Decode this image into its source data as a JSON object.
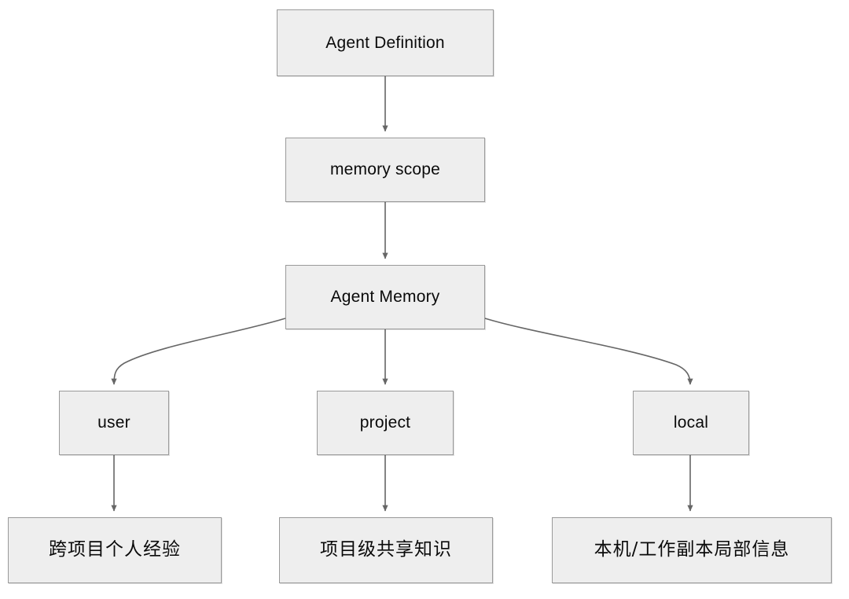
{
  "diagram": {
    "title": "Agent Memory Scope Flowchart",
    "type": "flowchart",
    "direction": "top-to-bottom",
    "colors": {
      "node_fill": "#eeeeee",
      "node_border": "#9a9a9a",
      "edge_stroke": "#666666",
      "text": "#0a0a0a",
      "background": "#ffffff"
    },
    "nodes": [
      {
        "id": "agent-definition",
        "label": "Agent Definition",
        "level": 0
      },
      {
        "id": "memory-scope",
        "label": "memory scope",
        "level": 1
      },
      {
        "id": "agent-memory",
        "label": "Agent Memory",
        "level": 2
      },
      {
        "id": "user",
        "label": "user",
        "level": 3
      },
      {
        "id": "project",
        "label": "project",
        "level": 3
      },
      {
        "id": "local",
        "label": "local",
        "level": 3
      },
      {
        "id": "user-desc",
        "label": "跨项目个人经验",
        "level": 4
      },
      {
        "id": "project-desc",
        "label": "项目级共享知识",
        "level": 4
      },
      {
        "id": "local-desc",
        "label": "本机/工作副本局部信息",
        "level": 4
      }
    ],
    "edges": [
      {
        "from": "agent-definition",
        "to": "memory-scope",
        "style": "straight",
        "arrow": "end"
      },
      {
        "from": "memory-scope",
        "to": "agent-memory",
        "style": "straight",
        "arrow": "end"
      },
      {
        "from": "agent-memory",
        "to": "user",
        "style": "curved",
        "arrow": "end"
      },
      {
        "from": "agent-memory",
        "to": "project",
        "style": "straight",
        "arrow": "end"
      },
      {
        "from": "agent-memory",
        "to": "local",
        "style": "curved",
        "arrow": "end"
      },
      {
        "from": "user",
        "to": "user-desc",
        "style": "straight",
        "arrow": "end"
      },
      {
        "from": "project",
        "to": "project-desc",
        "style": "straight",
        "arrow": "end"
      },
      {
        "from": "local",
        "to": "local-desc",
        "style": "straight",
        "arrow": "end"
      }
    ]
  }
}
